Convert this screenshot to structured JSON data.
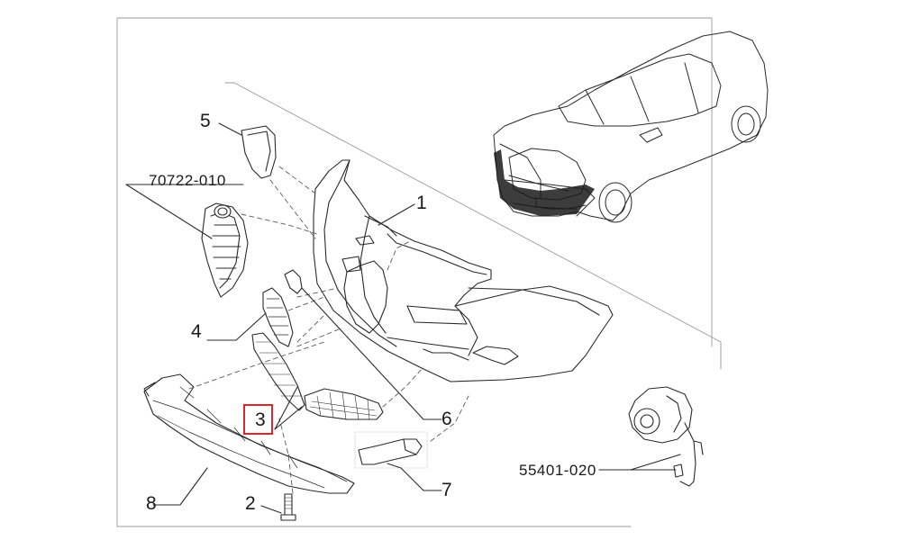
{
  "labels": {
    "p1": "1",
    "p2": "2",
    "p3": "3",
    "p4": "4",
    "p5": "5",
    "p6": "6",
    "p7": "7",
    "p8": "8",
    "code_grille": "70722-010",
    "code_light": "55401-020"
  },
  "highlight_color": "#d9262f",
  "line_color": "#2a2a2a",
  "part_icons": [
    "bumper",
    "grille-badge",
    "mesh-grille",
    "side-grille",
    "tow-hook-cover",
    "bracket",
    "bumper-insert",
    "underbody-shield",
    "screw",
    "fog-light",
    "car"
  ]
}
